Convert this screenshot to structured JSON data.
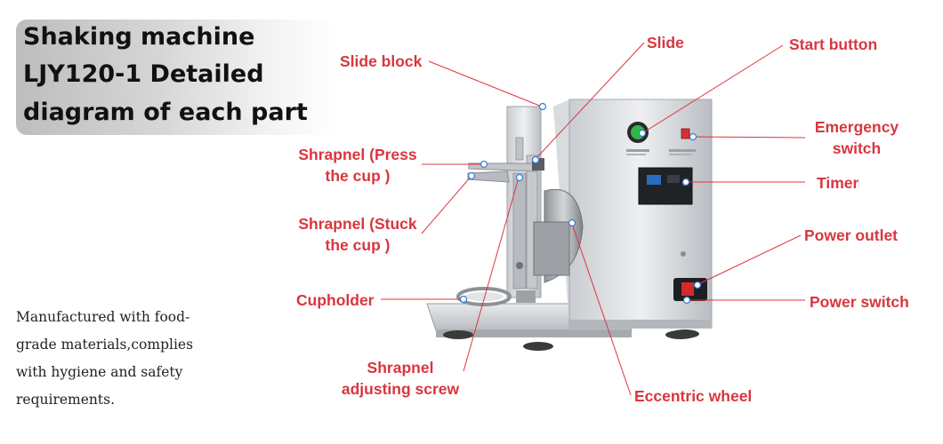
{
  "title": {
    "lines": [
      "Shaking machine",
      "LJY120-1 Detailed",
      "diagram of each part"
    ]
  },
  "description": {
    "lines": [
      "Manufactured with food-",
      "grade materials,complies",
      "with hygiene and safety",
      "requirements."
    ]
  },
  "labels": {
    "slide_block": "Slide block",
    "slide": "Slide",
    "start_button": "Start button",
    "emergency_switch_line1": "Emergency",
    "emergency_switch_line2": "switch",
    "shrapnel_press_line1": "Shrapnel (Press",
    "shrapnel_press_line2": "the cup )",
    "timer": "Timer",
    "shrapnel_stuck_line1": "Shrapnel (Stuck",
    "shrapnel_stuck_line2": "the cup )",
    "power_outlet": "Power  outlet",
    "cupholder": "Cupholder",
    "power_switch": "Power switch",
    "shrapnel_adjusting_line1": "Shrapnel",
    "shrapnel_adjusting_line2": "adjusting screw",
    "eccentric_wheel": "Eccentric wheel"
  },
  "colors": {
    "label_red": "#d9363e",
    "leader_line": "#e0343c",
    "dot_fill": "#ffffff",
    "dot_stroke": "#3a7bd5"
  }
}
